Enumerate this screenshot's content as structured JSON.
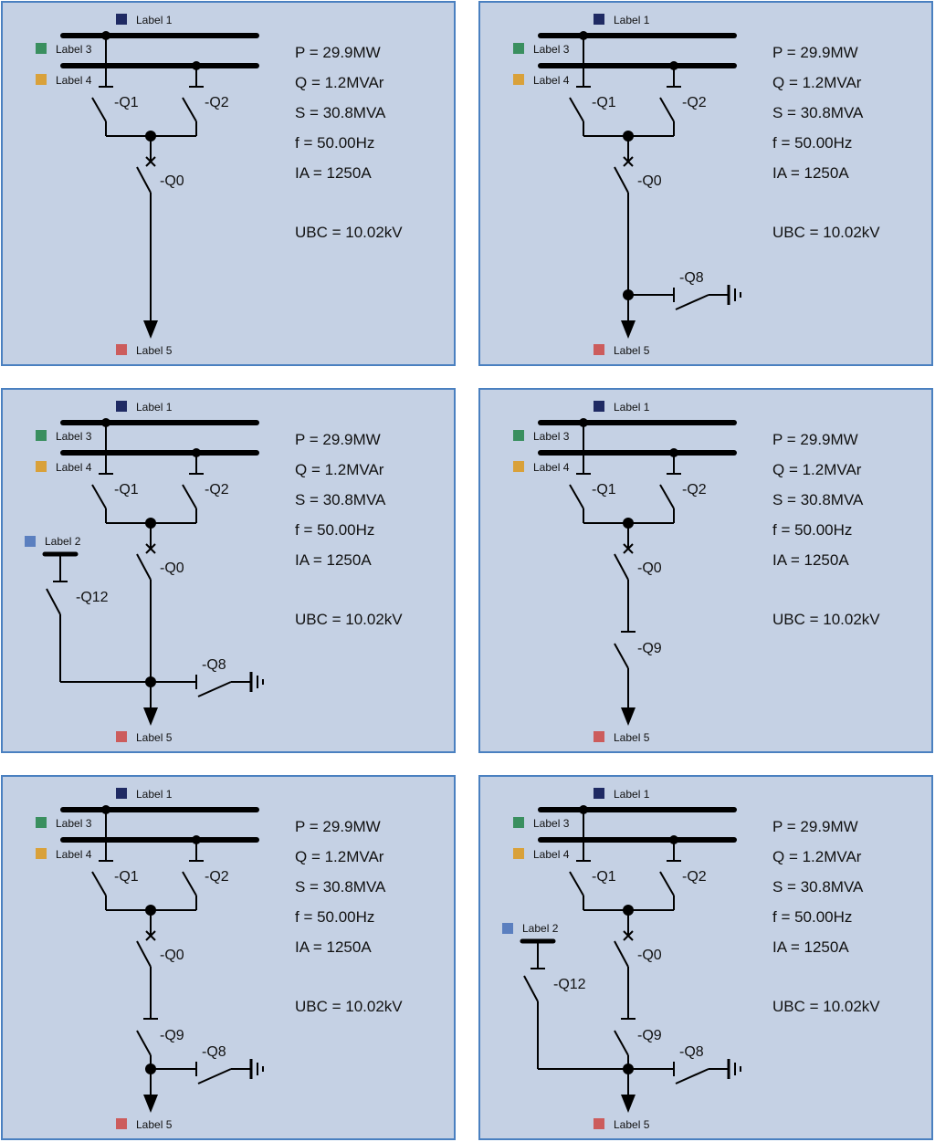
{
  "colors": {
    "label_1": "#1f2a63",
    "label_2": "#5b7fbf",
    "label_3": "#3a8f5f",
    "label_4": "#d9a13a",
    "label_5": "#cc5c5c",
    "panel_bg": "#c5d1e4",
    "panel_border": "#4a80c0"
  },
  "labels": {
    "l1": "Label 1",
    "l2": "Label 2",
    "l3": "Label 3",
    "l4": "Label 4",
    "l5": "Label 5"
  },
  "devices": {
    "q0": "-Q0",
    "q1": "-Q1",
    "q2": "-Q2",
    "q8": "-Q8",
    "q9": "-Q9",
    "q12": "-Q12"
  },
  "readings": {
    "p": "P = 29.9MW",
    "q": "Q = 1.2MVAr",
    "s": "S = 30.8MVA",
    "f": "f = 50.00Hz",
    "ia": "IA = 1250A",
    "ubc": "UBC = 10.02kV"
  },
  "panels": [
    {
      "name": "feeder-basic",
      "q8": false,
      "q9": false,
      "q12": false
    },
    {
      "name": "feeder-with-earth-switch",
      "q8": true,
      "q9": false,
      "q12": false
    },
    {
      "name": "feeder-with-bypass-and-earth",
      "q8": true,
      "q9": false,
      "q12": true
    },
    {
      "name": "feeder-with-disconnector",
      "q8": false,
      "q9": true,
      "q12": false
    },
    {
      "name": "feeder-with-disconnector-and-earth",
      "q8": true,
      "q9": true,
      "q12": false
    },
    {
      "name": "feeder-full",
      "q8": true,
      "q9": true,
      "q12": true
    }
  ]
}
